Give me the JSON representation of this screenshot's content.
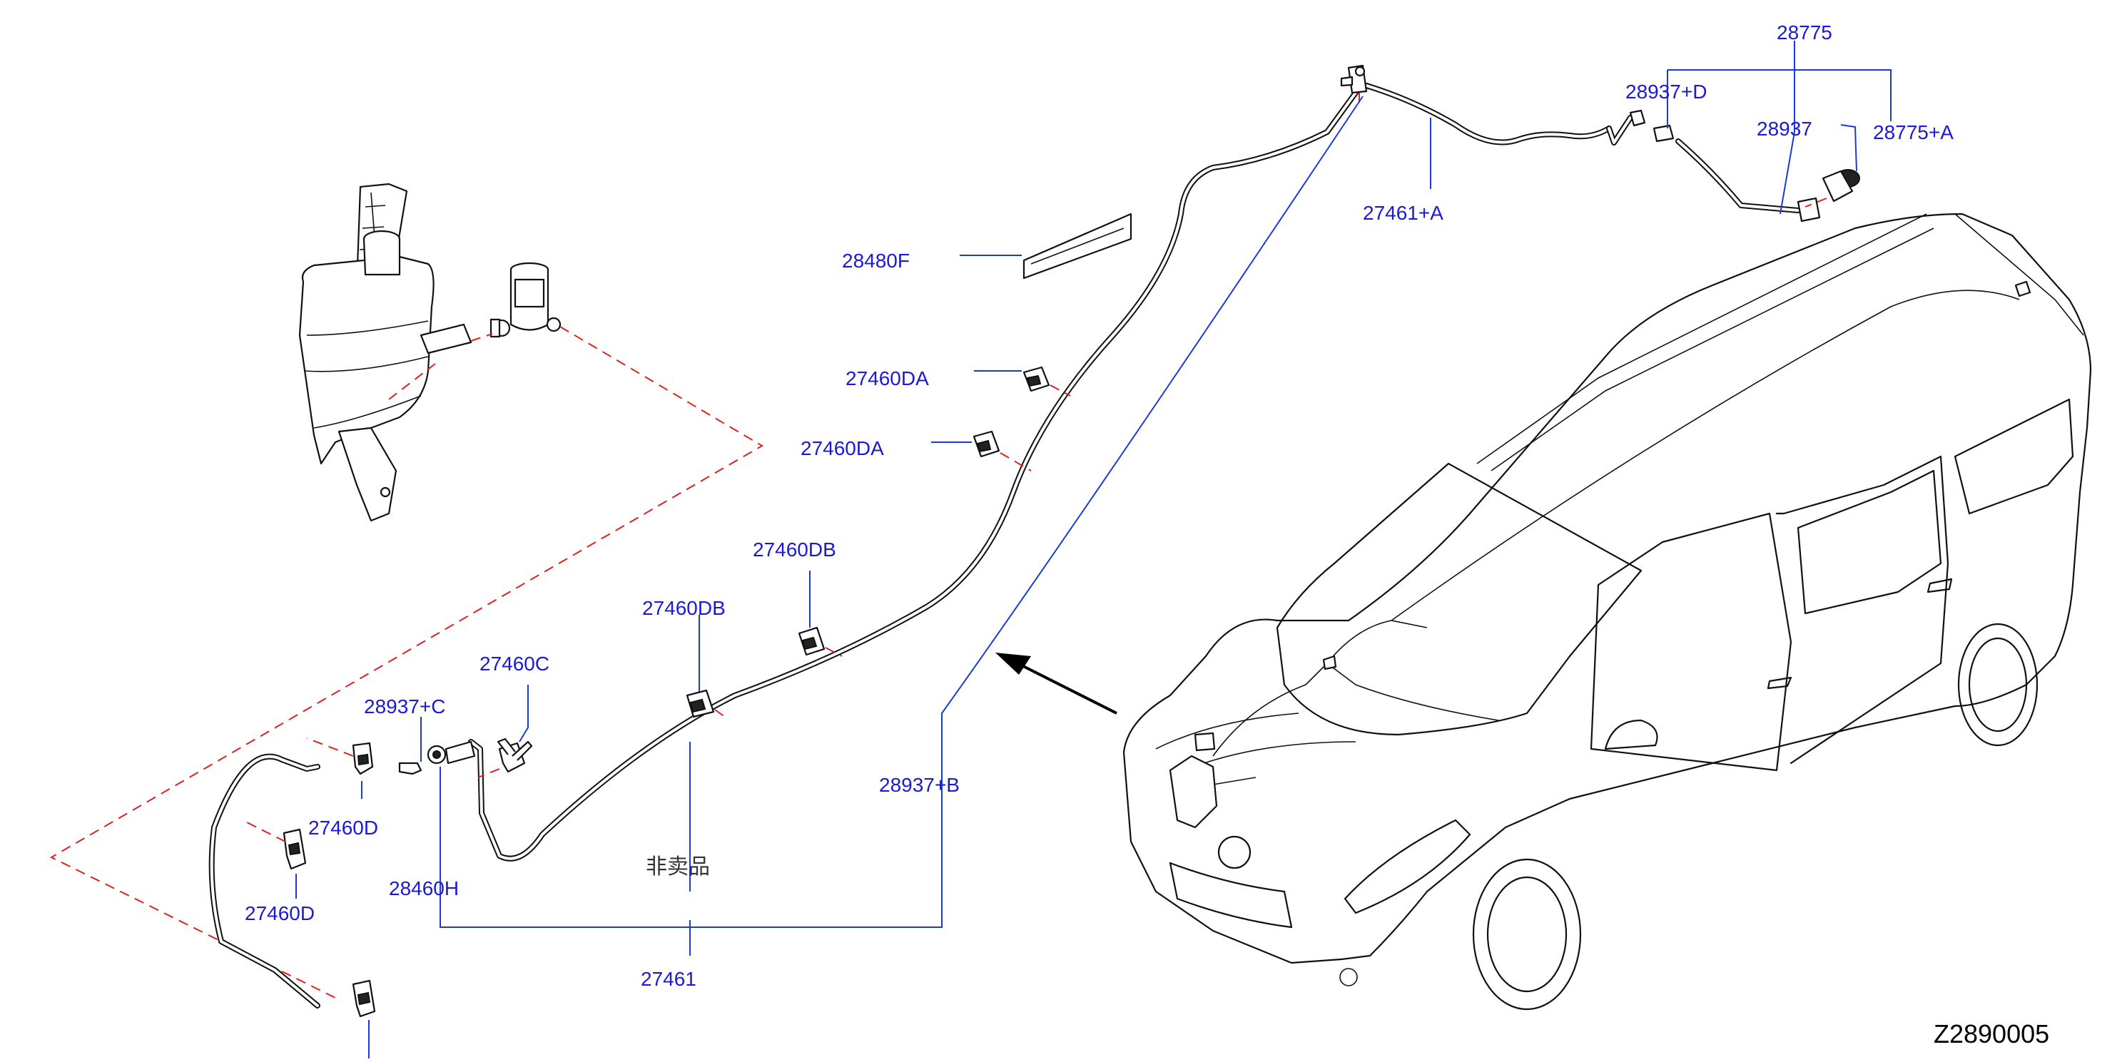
{
  "diagram_id": "Z2890005",
  "not_sold_label": "非卖品",
  "colors": {
    "callout": "#1a1ad6",
    "leader": "#1a3ad6",
    "dashed": "#e02020",
    "line": "#111111"
  },
  "callouts": {
    "p28775": "28775",
    "p28937_D": "28937+D",
    "p28937": "28937",
    "p28775_A": "28775+A",
    "p27461_A": "27461+A",
    "p28480F": "28480F",
    "p27460DA_1": "27460DA",
    "p27460DA_2": "27460DA",
    "p27460DB_1": "27460DB",
    "p27460DB_2": "27460DB",
    "p27460C": "27460C",
    "p28937_C": "28937+C",
    "p28937_B": "28937+B",
    "p27460D_1": "27460D",
    "p27460D_2": "27460D",
    "p28460H": "28460H",
    "p27461": "27461"
  }
}
